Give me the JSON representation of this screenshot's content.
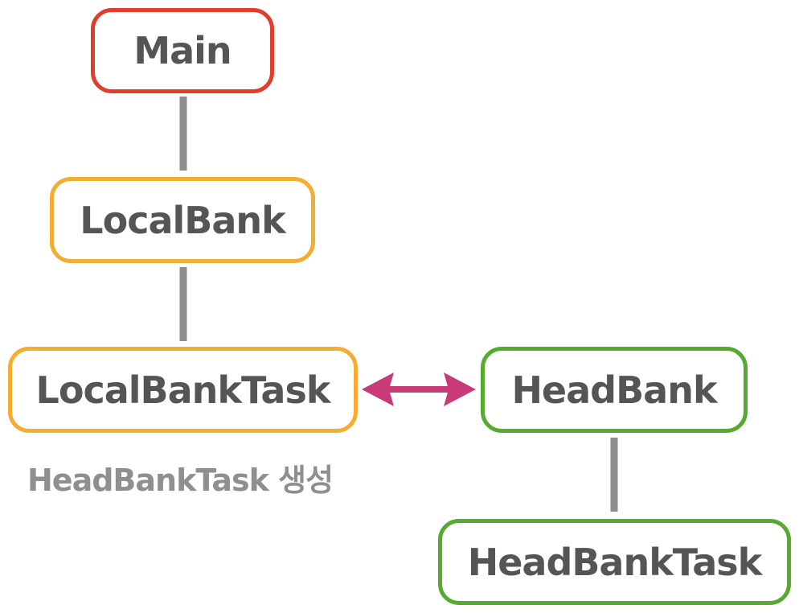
{
  "colors": {
    "main_border": "#e03e2a",
    "local_border": "#f2ad32",
    "head_border": "#56ab2f",
    "connector": "#8e8e8e",
    "arrow": "#c83a78",
    "node_text": "#555555",
    "caption_text": "#8f8f8f"
  },
  "nodes": {
    "main": "Main",
    "local_bank": "LocalBank",
    "local_bank_task": "LocalBankTask",
    "head_bank": "HeadBank",
    "head_bank_task": "HeadBankTask"
  },
  "caption": "HeadBankTask 생성"
}
